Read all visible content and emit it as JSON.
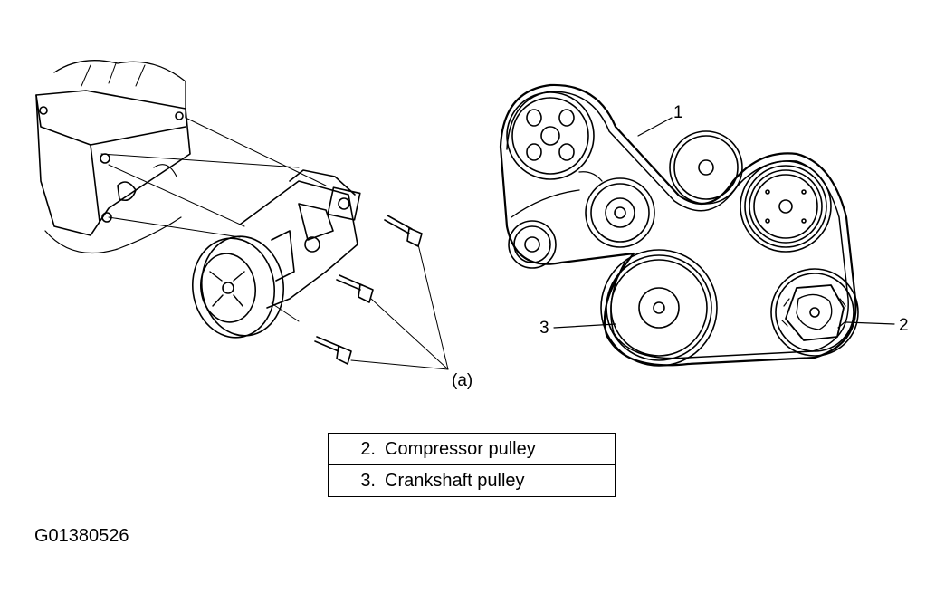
{
  "callouts": {
    "belt": "1",
    "compressor_pulley": "2",
    "crankshaft_pulley": "3",
    "bolts": "(a)"
  },
  "legend": [
    {
      "number": "2.",
      "text": "Compressor pulley"
    },
    {
      "number": "3.",
      "text": "Crankshaft pulley"
    }
  ],
  "figure_code": "G01380526"
}
